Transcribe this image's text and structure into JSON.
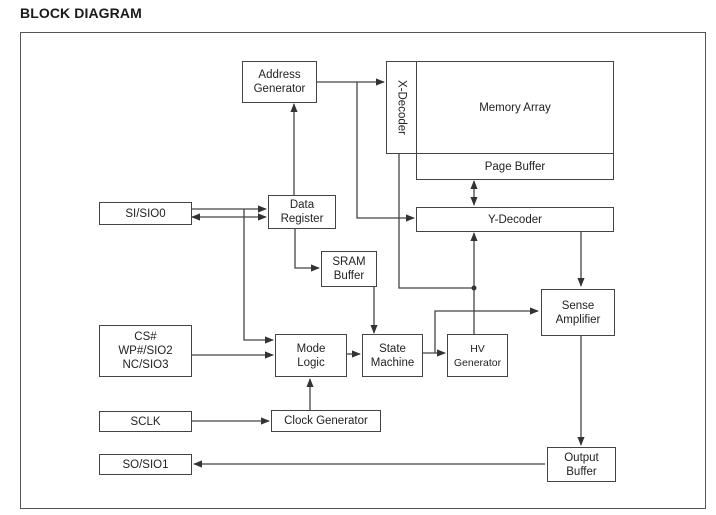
{
  "title": "BLOCK DIAGRAM",
  "blocks": {
    "address_generator": "Address\nGenerator",
    "x_decoder": "X-Decoder",
    "memory_array": "Memory Array",
    "page_buffer": "Page Buffer",
    "y_decoder": "Y-Decoder",
    "si_sio0": "SI/SIO0",
    "data_register": "Data\nRegister",
    "sram_buffer": "SRAM\nBuffer",
    "sense_amplifier": "Sense\nAmplifier",
    "cs_wp_nc": "CS#\nWP#/SIO2\nNC/SIO3",
    "mode_logic": "Mode\nLogic",
    "state_machine": "State\nMachine",
    "hv_generator": "HV\nGenerator",
    "sclk": "SCLK",
    "clock_generator": "Clock Generator",
    "so_sio1": "SO/SIO1",
    "output_buffer": "Output\nBuffer"
  }
}
